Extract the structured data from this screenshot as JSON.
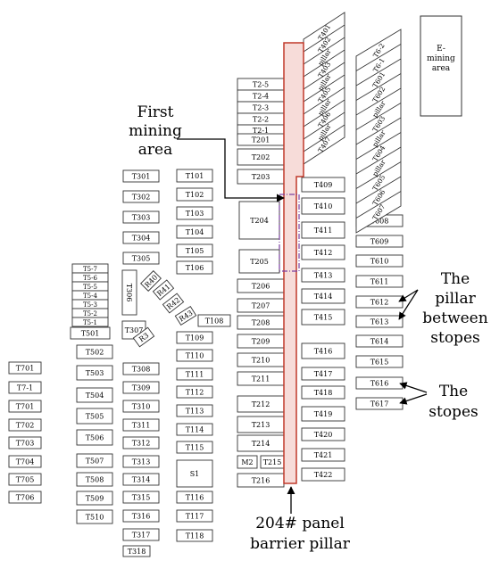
{
  "labels": {
    "first_mining_l1": "First",
    "first_mining_l2": "mining",
    "first_mining_l3": "area",
    "pillar_l1": "The",
    "pillar_l2": "pillar",
    "pillar_l3": "between",
    "pillar_l4": "stopes",
    "stopes_l1": "The",
    "stopes_l2": "stopes",
    "barrier_l1": "204# panel",
    "barrier_l2": "barrier pillar",
    "emining_l1": "E-",
    "emining_l2": "mining",
    "emining_l3": "area"
  },
  "colors": {
    "barrier_fill": "#f7dcd9",
    "barrier_stroke": "#c0392b",
    "first_mining_stroke": "#7b3fa0",
    "outline": "#333333"
  },
  "stopes": [
    "T701",
    "T7-1",
    "T701",
    "T702",
    "T703",
    "T704",
    "T705",
    "T706",
    "T5-7",
    "T5-6",
    "T5-5",
    "T5-4",
    "T5-3",
    "T5-2",
    "T5-1",
    "T501",
    "T502",
    "T503",
    "T504",
    "T505",
    "T506",
    "T507",
    "T508",
    "T509",
    "T510",
    "T301",
    "T302",
    "T303",
    "T304",
    "T305",
    "T306",
    "T307",
    "T308",
    "T309",
    "T310",
    "T311",
    "T312",
    "T313",
    "T314",
    "T315",
    "T316",
    "T317",
    "T318",
    "T101",
    "T102",
    "T103",
    "T104",
    "T105",
    "T106",
    "T108",
    "T109",
    "T110",
    "T111",
    "T112",
    "T113",
    "T114",
    "T115",
    "S1",
    "T116",
    "T117",
    "T118",
    "R40",
    "R41",
    "R42",
    "R43",
    "R3",
    "T2-5",
    "T2-4",
    "T2-3",
    "T2-2",
    "T2-1",
    "T201",
    "T202",
    "T203",
    "T204",
    "T205",
    "T206",
    "T207",
    "T208",
    "T209",
    "T210",
    "T211",
    "T212",
    "T213",
    "T214",
    "M2",
    "T215",
    "T216",
    "T409",
    "T410",
    "T411",
    "T412",
    "T413",
    "T414",
    "T415",
    "T416",
    "T417",
    "T418",
    "T419",
    "T420",
    "T421",
    "T422",
    "T608",
    "T609",
    "T610",
    "T611",
    "T612",
    "T613",
    "T614",
    "T615",
    "T616",
    "T617"
  ],
  "diagonal_stopes": {
    "band1": [
      "T401",
      "T402",
      "pillar",
      "T403",
      "pillar",
      "T405",
      "pillar",
      "T406",
      "pillar",
      "T407"
    ],
    "band2": [
      "T6-2",
      "T6-1",
      "T601",
      "T602",
      "pillar",
      "T603",
      "pillar",
      "T604",
      "pillar",
      "T605",
      "T606",
      "T607"
    ]
  }
}
